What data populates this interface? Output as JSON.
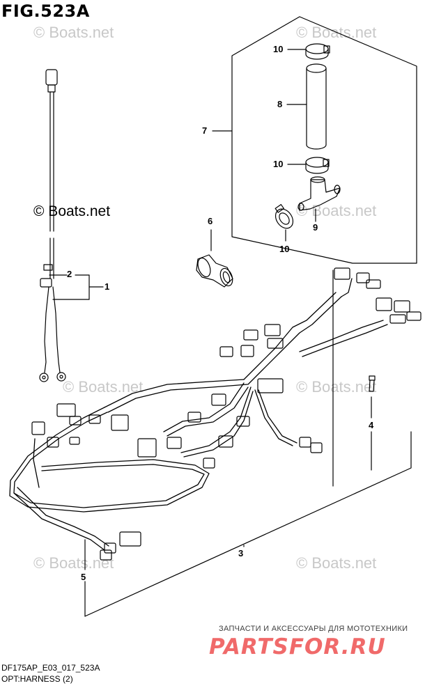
{
  "figure": {
    "title": "FIG.523A"
  },
  "watermarks": {
    "light": "© Boats.net",
    "dark": "© Boats.net"
  },
  "callouts": [
    "1",
    "2",
    "3",
    "4",
    "5",
    "6",
    "7",
    "8",
    "9",
    "10",
    "10",
    "10"
  ],
  "ad": {
    "line": "ЗАПЧАСТИ И АКСЕССУАРЫ ДЛЯ МОТОТЕХНИКИ",
    "brand": "PARTSFOR.RU"
  },
  "footer": {
    "code": "DF175AP_E03_017_523A",
    "name": "OPT:HARNESS (2)"
  },
  "colors": {
    "ink": "#000000",
    "watermark": "#c8c8c8",
    "brand": "#f06a6a"
  }
}
